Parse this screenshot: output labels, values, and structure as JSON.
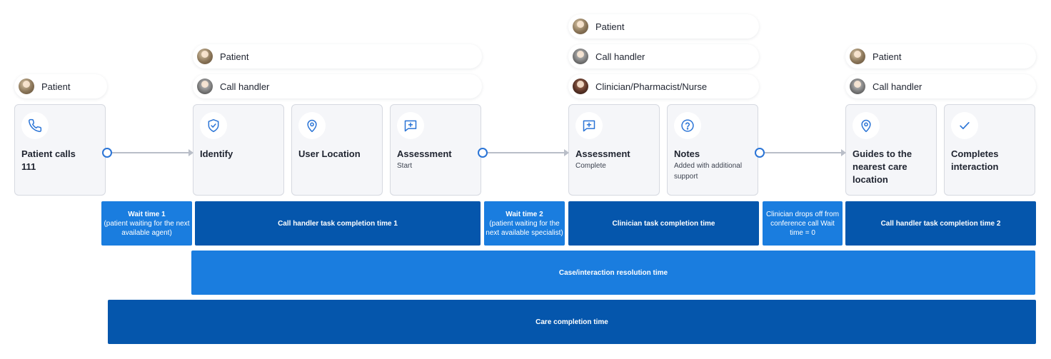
{
  "participants": {
    "patient": "Patient",
    "call_handler": "Call handler",
    "clinician": "Clinician/Pharmacist/Nurse"
  },
  "steps": [
    {
      "title": "Patient calls 111",
      "subtitle": "",
      "icon": "phone-icon"
    },
    {
      "title": "Identify",
      "subtitle": "",
      "icon": "shield-check-icon"
    },
    {
      "title": "User Location",
      "subtitle": "",
      "icon": "location-pin-icon"
    },
    {
      "title": "Assessment",
      "subtitle": "Start",
      "icon": "message-plus-icon"
    },
    {
      "title": "Assessment",
      "subtitle": "Complete",
      "icon": "message-plus-icon"
    },
    {
      "title": "Notes",
      "subtitle": "Added with additional support",
      "icon": "question-circle-icon"
    },
    {
      "title": "Guides to the nearest care location",
      "subtitle": "",
      "icon": "location-pin-icon"
    },
    {
      "title": "Completes interaction",
      "subtitle": "",
      "icon": "check-icon"
    }
  ],
  "timeline": {
    "wait1_title": "Wait time 1",
    "wait1_detail": "(patient waiting for the next available agent)",
    "handler1": "Call handler task completion time 1",
    "wait2_title": "Wait time 2",
    "wait2_detail": "(patient waiting for the next available specialist)",
    "clinician": "Clinician task completion time",
    "dropoff": "Clinician drops off from conference call Wait time = 0",
    "handler2": "Call handler task completion time 2",
    "resolution": "Case/interaction resolution time",
    "care": "Care completion time"
  },
  "colors": {
    "dark_bar": "#0556ac",
    "light_bar": "#1a7ddf",
    "accent": "#2a74d6"
  }
}
